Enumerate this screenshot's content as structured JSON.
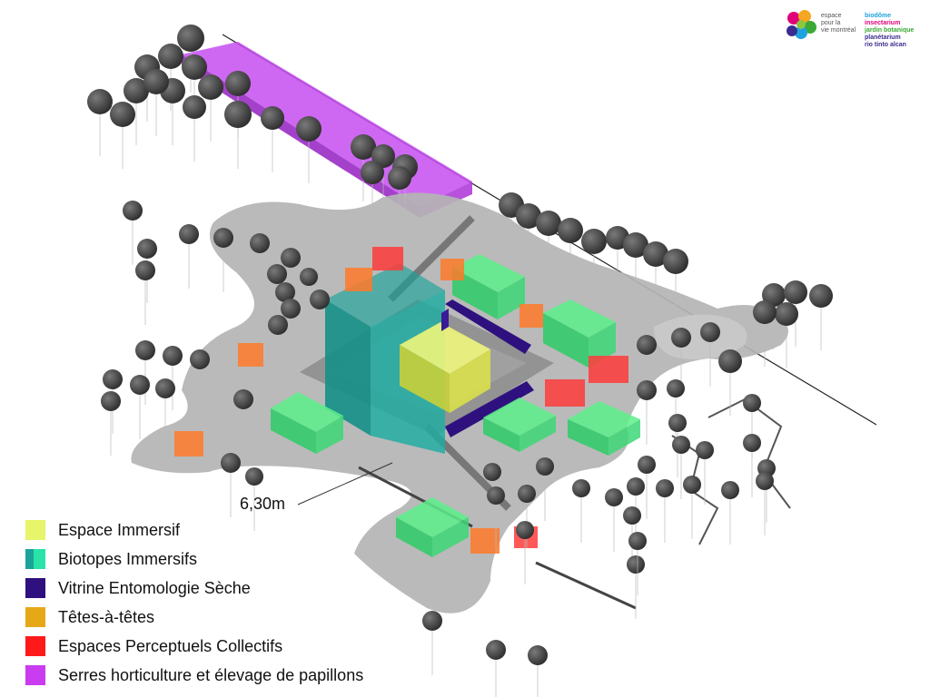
{
  "logo": {
    "left_text": [
      "espace",
      "pour la",
      "vie montréal"
    ],
    "institutions": [
      {
        "name": "biodôme",
        "color": "#1fa3e0"
      },
      {
        "name": "insectarium",
        "color": "#e0007a"
      },
      {
        "name": "jardin botanique",
        "color": "#3aa935"
      },
      {
        "name": "planétarium",
        "color": "#3b2c8f"
      },
      {
        "name": "rio tinto alcan",
        "color": "#3b2c8f"
      }
    ]
  },
  "dimension_label": "6,30m",
  "legend": [
    {
      "label": "Espace Immersif",
      "color": "#e6f56a"
    },
    {
      "label": "Biotopes Immersifs",
      "color": "#1aa39a",
      "color2": "#29e3a8"
    },
    {
      "label": "Vitrine Entomologie Sèche",
      "color": "#2e117e"
    },
    {
      "label": "Têtes-à-têtes",
      "color": "#e6a817"
    },
    {
      "label": "Espaces Perceptuels Collectifs",
      "color": "#ff1a1a"
    },
    {
      "label": "Serres horticulture et élevage de papillons",
      "color": "#c93cf0"
    }
  ]
}
